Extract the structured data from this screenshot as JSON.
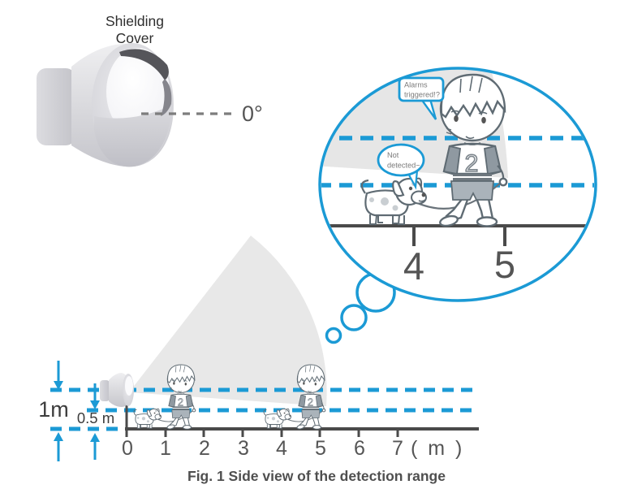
{
  "colors": {
    "accent_blue": "#1b9ad5",
    "cone_gray": "#e8e8e8",
    "axis_dark": "#4a4a4a",
    "label_gray": "#555555",
    "bubble_text_gray": "#7a7a7a"
  },
  "device": {
    "label_line1": "Shielding",
    "label_line2": "Cover",
    "angle_label": "0°"
  },
  "magnified_view": {
    "alarm_bubble_line1": "Alarms",
    "alarm_bubble_line2": "triggered!?",
    "not_detected_line1": "Not",
    "not_detected_line2": "detected~",
    "jersey_number": "2",
    "tick_4": "4",
    "tick_5": "5"
  },
  "side_view": {
    "height_1m": "1m",
    "height_half_m": "0.5 m",
    "ticks": [
      "0",
      "1",
      "2",
      "3",
      "4",
      "5",
      "6",
      "7"
    ],
    "axis_unit": "( m )",
    "caption": "Fig. 1 Side view of the detection range"
  }
}
